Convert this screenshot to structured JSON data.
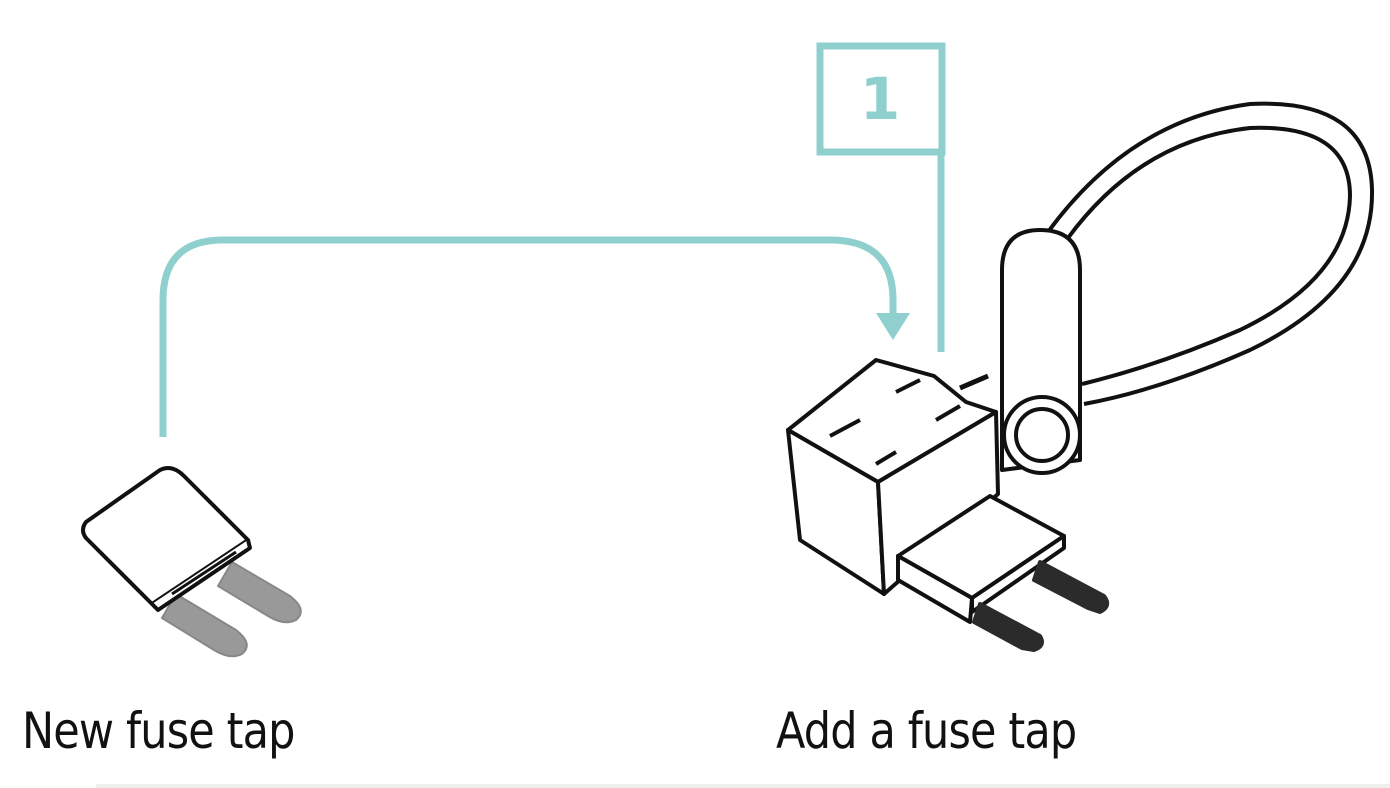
{
  "colors": {
    "accent": "#8fd0cf",
    "stroke": "#111111",
    "blade_light": "#999999",
    "blade_dark": "#2b2b2b"
  },
  "step": {
    "number": "1"
  },
  "captions": {
    "left": "New fuse tap",
    "right": "Add a fuse tap"
  },
  "icons": {
    "left": "mini-fuse-icon",
    "right": "fuse-tap-holder-icon",
    "arrow": "curved-arrow-icon"
  }
}
